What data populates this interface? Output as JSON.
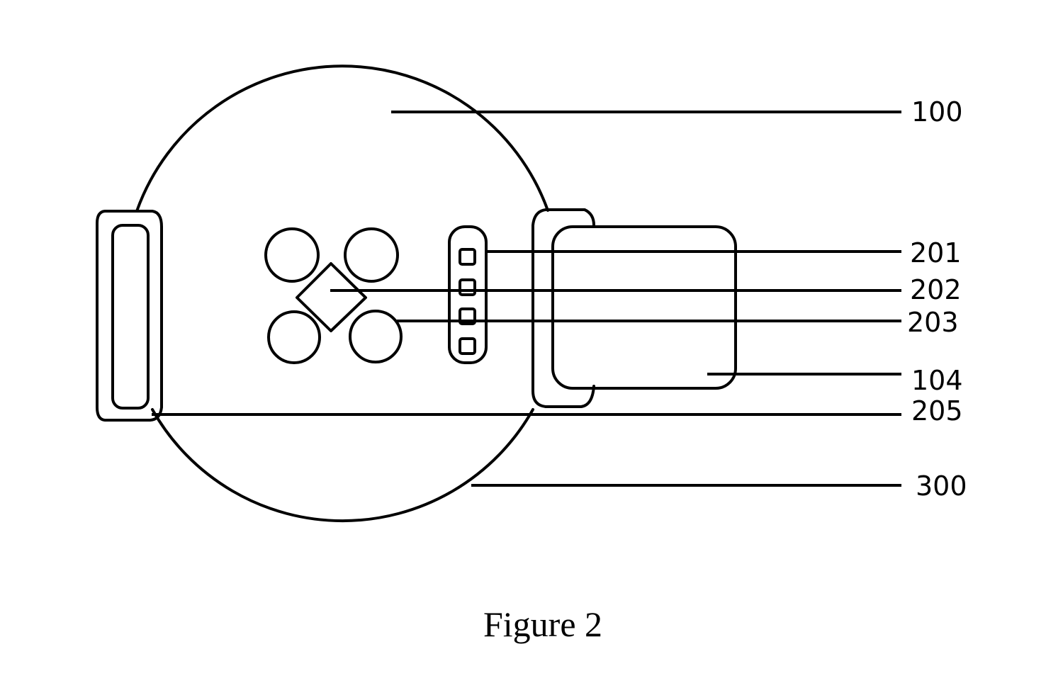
{
  "figure": {
    "caption": "Figure 2"
  },
  "labels": {
    "housing": "100",
    "sensor_array": "201",
    "center_element": "202",
    "lens": "203",
    "screen": "104",
    "strap_loop": "205",
    "body": "300"
  }
}
